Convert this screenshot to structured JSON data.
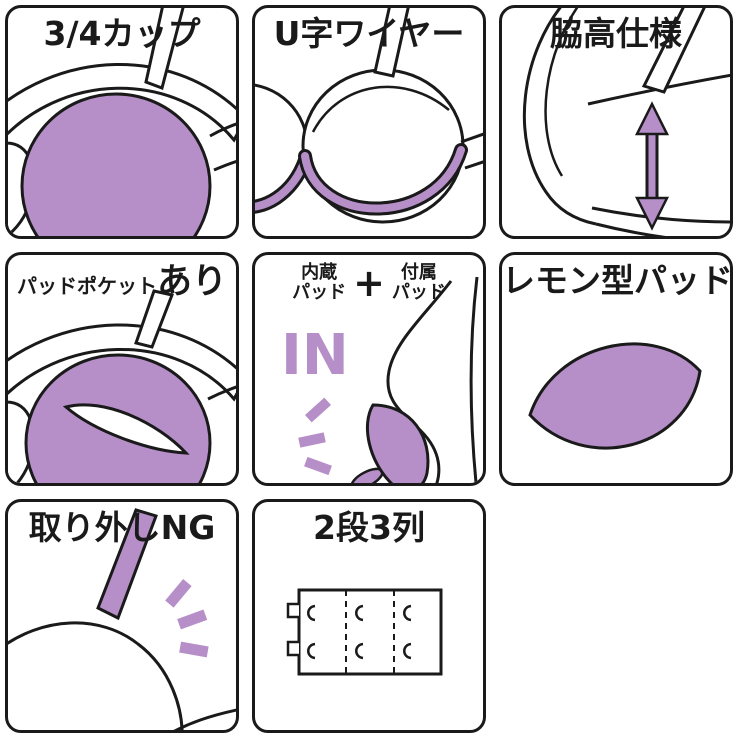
{
  "colors": {
    "accent": "#b68fc9",
    "line": "#1a1a1a",
    "background": "#ffffff"
  },
  "panels": {
    "cup": {
      "title": "3/4カップ"
    },
    "wire": {
      "title": "U字ワイヤー"
    },
    "side": {
      "title": "脇高仕様"
    },
    "pocket": {
      "title_small": "パッドポケット",
      "title_big": "あり"
    },
    "pads": {
      "left_top": "内蔵",
      "left_bottom": "パッド",
      "plus": "+",
      "right_top": "付属",
      "right_bottom": "パッド",
      "in_label": "IN"
    },
    "lemon": {
      "title": "レモン型パッド"
    },
    "removal": {
      "title": "取り外しNG"
    },
    "hooks": {
      "title": "2段3列"
    }
  }
}
